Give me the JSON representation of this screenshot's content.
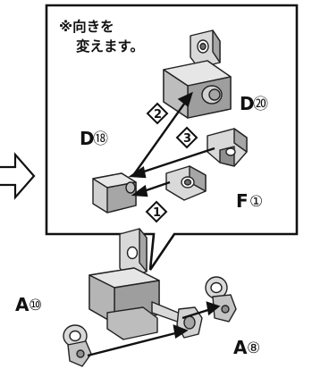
{
  "note": {
    "line1": "※向きを",
    "line2": "変えます。"
  },
  "steps": [
    {
      "label": "2",
      "shape": "diamond"
    },
    {
      "label": "3",
      "shape": "diamond"
    },
    {
      "label": "1",
      "shape": "diamond"
    }
  ],
  "part_labels": {
    "d20": {
      "letter": "D",
      "number": "⑳"
    },
    "d18": {
      "letter": "D",
      "number": "⑱"
    },
    "f1": {
      "letter": "F",
      "number": "①"
    },
    "a10": {
      "letter": "A",
      "number": "⑩"
    },
    "a8": {
      "letter": "A",
      "number": "⑧"
    }
  },
  "colors": {
    "ink": "#111111",
    "part_light": "#d9d9d9",
    "part_mid": "#a6a6a6",
    "part_dark": "#6f6f6f",
    "background": "#ffffff"
  },
  "icons": [
    "hollow-arrow-right",
    "step-diamond",
    "assembly-arrow",
    "callout-box"
  ]
}
